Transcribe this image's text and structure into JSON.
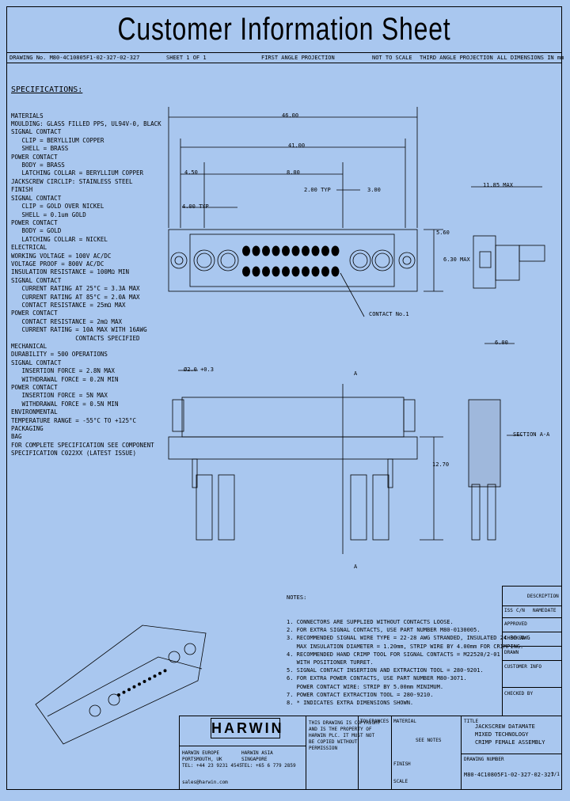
{
  "title": "Customer Information Sheet",
  "header": {
    "drawing_no": "DRAWING No. M80-4C10805F1-02-327-02-327",
    "sheet": "SHEET 1 OF 1",
    "first_angle": "FIRST ANGLE PROJECTION",
    "not_to_scale": "NOT TO SCALE",
    "third_angle": "THIRD ANGLE PROJECTION",
    "all_dims": "ALL DIMENSIONS IN mm"
  },
  "specifications": {
    "heading": "SPECIFICATIONS:",
    "lines": [
      "MATERIALS",
      "MOULDING: GLASS FILLED PPS, UL94V-0, BLACK",
      "SIGNAL CONTACT",
      "   CLIP = BERYLLIUM COPPER",
      "   SHELL = BRASS",
      "POWER CONTACT",
      "   BODY = BRASS",
      "   LATCHING COLLAR = BERYLLIUM COPPER",
      "JACKSCREW CIRCLIP: STAINLESS STEEL",
      "FINISH",
      "SIGNAL CONTACT",
      "   CLIP = GOLD OVER NICKEL",
      "   SHELL = 0.1um GOLD",
      "POWER CONTACT",
      "   BODY = GOLD",
      "   LATCHING COLLAR = NICKEL",
      "ELECTRICAL",
      "WORKING VOLTAGE = 100V AC/DC",
      "VOLTAGE PROOF = 800V AC/DC",
      "INSULATION RESISTANCE = 100MΩ MIN",
      "SIGNAL CONTACT",
      "   CURRENT RATING AT 25°C = 3.3A MAX",
      "   CURRENT RATING AT 85°C = 2.0A MAX",
      "   CONTACT RESISTANCE = 25mΩ MAX",
      "POWER CONTACT",
      "   CONTACT RESISTANCE = 2mΩ MAX",
      "   CURRENT RATING = 10A MAX WITH 16AWG",
      "                  CONTACTS SPECIFIED",
      "MECHANICAL",
      "DURABILITY = 500 OPERATIONS",
      "SIGNAL CONTACT",
      "   INSERTION FORCE = 2.8N MAX",
      "   WITHDRAWAL FORCE = 0.2N MIN",
      "POWER CONTACT",
      "   INSERTION FORCE = 5N MAX",
      "   WITHDRAWAL FORCE = 0.5N MIN",
      "ENVIRONMENTAL",
      "TEMPERATURE RANGE = -55°C TO +125°C",
      "PACKAGING",
      "BAG",
      "FOR COMPLETE SPECIFICATION SEE COMPONENT",
      "SPECIFICATION C022XX (LATEST ISSUE)"
    ]
  },
  "dimensions": {
    "d1": "46.00",
    "d2": "41.00",
    "d3": "4.50",
    "d4": "8.00",
    "d5": "2.00 TYP",
    "d6": "3.00",
    "d7": "4.00 TYP",
    "d8": "5.60",
    "d9": "6.30 MAX",
    "d10": "11.85 MAX",
    "d11": "6.00",
    "d12": "Ø2.0 +0.3",
    "d13": "12.70",
    "contact_no": "CONTACT No.1",
    "section": "SECTION A-A",
    "a_top": "A",
    "a_bottom": "A"
  },
  "notes": {
    "heading": "NOTES:",
    "lines": [
      "1. CONNECTORS ARE SUPPLIED WITHOUT CONTACTS LOOSE.",
      "2. FOR EXTRA SIGNAL CONTACTS, USE PART NUMBER M80-0130005.",
      "3. RECOMMENDED SIGNAL WIRE TYPE = 22-28 AWG STRANDED, INSULATED 24-30 AWG",
      "   MAX INSULATION DIAMETER = 1.20mm, STRIP WIRE BY 4.00mm FOR CRIMPING.",
      "4. RECOMMENDED HAND CRIMP TOOL FOR SIGNAL CONTACTS = M22520/2-01",
      "   WITH POSITIONER TURRET.",
      "5. SIGNAL CONTACT INSERTION AND EXTRACTION TOOL = 280-9201.",
      "6. FOR EXTRA POWER CONTACTS, USE PART NUMBER M80-3071.",
      "   POWER CONTACT WIRE: STRIP BY 5.00mm MINIMUM.",
      "7. POWER CONTACT EXTRACTION TOOL = 280-9210.",
      "8. * INDICATES EXTRA DIMENSIONS SHOWN."
    ]
  },
  "revision": {
    "col1": "ISS",
    "col2": "C/N",
    "col3": "DESCRIPTION",
    "col4": "NAME",
    "col5": "DATE",
    "col6": "CHECKED",
    "approved": "APPROVED",
    "checked": "CHECKED",
    "drawn": "DRAWN",
    "customer_info": "CUSTOMER INFO",
    "checked_by": "CHECKED BY"
  },
  "title_block": {
    "logo": "HARWIN",
    "addr1": "HARWIN EUROPE\nPORTSMOUTH, UK\nTEL: +44 23 9231 4545",
    "addr2": "HARWIN ASIA\nSINGAPORE\nTEL: +65 6 779 2859",
    "email": "sales@harwin.com",
    "disclaimer": "THIS DRAWING IS COPYRIGHT\nAND IS THE PROPERTY OF\nHARWIN PLC. IT MUST NOT\nBE COPIED WITHOUT\nPERMISSION",
    "tolerances": "TOLERANCES",
    "material": "MATERIAL",
    "see_notes": "SEE NOTES",
    "finish": "FINISH",
    "scale": "SCALE",
    "desc_title": "TITLE",
    "desc": "JACKSCREW DATAMATE\nMIXED TECHNOLOGY\nCRIMP FEMALE ASSEMBLY",
    "drawing_number_label": "DRAWING NUMBER",
    "drawing_number": "M80-4C10805F1-02-327-02-327",
    "sheet": "1/1"
  }
}
